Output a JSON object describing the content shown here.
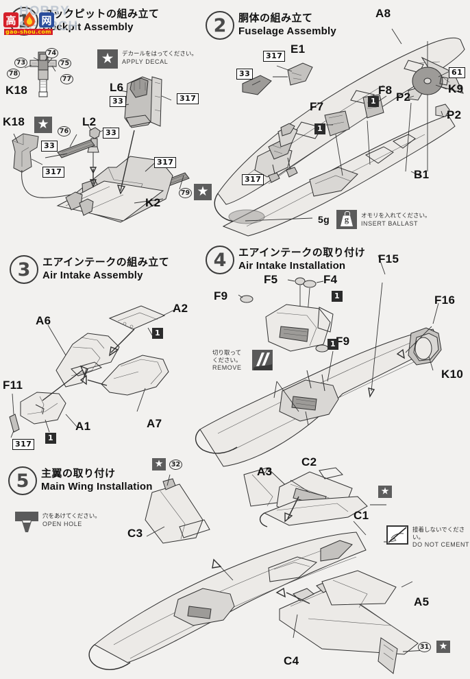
{
  "document": {
    "type": "model-kit-instruction-sheet",
    "language_primary": "Japanese",
    "language_secondary": "English"
  },
  "watermark": {
    "brand_text": "HOBBY SEARCH",
    "cn_left": "高",
    "cn_right": "网",
    "url": "gao-shou.com"
  },
  "steps": [
    {
      "number": "1",
      "jp": "コックピットの組み立て",
      "en": "Cockpit Assembly",
      "note": {
        "icon": "star-icon",
        "jp": "デカールをはってください。",
        "en": "APPLY DECAL"
      },
      "parts": [
        "K18",
        "K18",
        "L6",
        "L2",
        "K2"
      ],
      "runner_numbers": [
        "33",
        "317",
        "33",
        "33",
        "317",
        "317"
      ],
      "decal_numbers": [
        "73",
        "74",
        "75",
        "77",
        "78",
        "76",
        "79"
      ]
    },
    {
      "number": "2",
      "jp": "胴体の組み立て",
      "en": "Fuselage Assembly",
      "note": {
        "icon": "ballast-weight-icon",
        "amount": "5g",
        "jp": "オモリを入れてください。",
        "en": "INSERT BALLAST"
      },
      "parts": [
        "A8",
        "E1",
        "F7",
        "F8",
        "P2",
        "P2",
        "K9",
        "B1"
      ],
      "runner_numbers": [
        "317",
        "33",
        "317",
        "1",
        "1",
        "61"
      ]
    },
    {
      "number": "3",
      "jp": "エアインテークの組み立て",
      "en": "Air Intake Assembly",
      "parts": [
        "A2",
        "A6",
        "A7",
        "A1",
        "F11"
      ],
      "runner_numbers": [
        "1",
        "1",
        "317"
      ]
    },
    {
      "number": "4",
      "jp": "エアインテークの取り付け",
      "en": "Air Intake Installation",
      "note": {
        "icon": "remove-hatch-icon",
        "jp_line1": "切り取って",
        "jp_line2": "ください。",
        "en": "REMOVE"
      },
      "parts": [
        "F5",
        "F4",
        "F9",
        "F9",
        "F15",
        "F16",
        "K10"
      ],
      "runner_numbers": [
        "1",
        "1"
      ]
    },
    {
      "number": "5",
      "jp": "主翼の取り付け",
      "en": "Main Wing Installation",
      "note_open_hole": {
        "icon": "open-hole-icon",
        "jp": "穴をあけてください。",
        "en": "OPEN HOLE"
      },
      "note_no_cement": {
        "icon": "do-not-cement-icon",
        "jp": "接着しないでください。",
        "en": "DO NOT CEMENT"
      },
      "parts": [
        "A3",
        "C2",
        "C1",
        "C3",
        "A5",
        "C4"
      ],
      "decal_numbers": [
        "32",
        "31"
      ]
    }
  ],
  "labels": {
    "s1": {
      "k18_top": "K18",
      "k18_bottom": "K18",
      "l6": "L6",
      "l2": "L2",
      "k2": "K2",
      "n33a": "33",
      "n33b": "33",
      "n33c": "33",
      "n317a": "317",
      "n317b": "317",
      "n317c": "317",
      "d73": "73",
      "d74": "74",
      "d75": "75",
      "d77": "77",
      "d78": "78",
      "d76": "76",
      "d79": "79",
      "decal_jp": "デカールをはってください。",
      "decal_en": "APPLY DECAL"
    },
    "s2": {
      "a8": "A8",
      "e1": "E1",
      "f7": "F7",
      "f8": "F8",
      "p2a": "P2",
      "p2b": "P2",
      "k9": "K9",
      "b1": "B1",
      "n317a": "317",
      "n33": "33",
      "n317b": "317",
      "n1a": "1",
      "n1b": "1",
      "n61": "61",
      "ballast_amount": "5g",
      "ballast_jp": "オモリを入れてください。",
      "ballast_en": "INSERT BALLAST"
    },
    "s3": {
      "a2": "A2",
      "a6": "A6",
      "a7": "A7",
      "a1": "A1",
      "f11": "F11",
      "n1a": "1",
      "n1b": "1",
      "n317": "317"
    },
    "s4": {
      "f5": "F5",
      "f4": "F4",
      "f9a": "F9",
      "f9b": "F9",
      "f15": "F15",
      "f16": "F16",
      "k10": "K10",
      "n1a": "1",
      "n1b": "1",
      "remove_jp1": "切り取って",
      "remove_jp2": "ください。",
      "remove_en": "REMOVE"
    },
    "s5": {
      "a3": "A3",
      "c2": "C2",
      "c1": "C1",
      "c3": "C3",
      "a5": "A5",
      "c4": "C4",
      "d32": "32",
      "d31": "31",
      "openhole_jp": "穴をあけてください。",
      "openhole_en": "OPEN HOLE",
      "nocement_jp": "接着しないでください。",
      "nocement_en": "DO NOT CEMENT"
    }
  },
  "colors": {
    "paper": "#f2f1ef",
    "ink": "#2f2f2f",
    "marker_dark": "#5d5d5d",
    "watermark_red": "#d5202a",
    "watermark_blue": "#2a4d9b"
  }
}
